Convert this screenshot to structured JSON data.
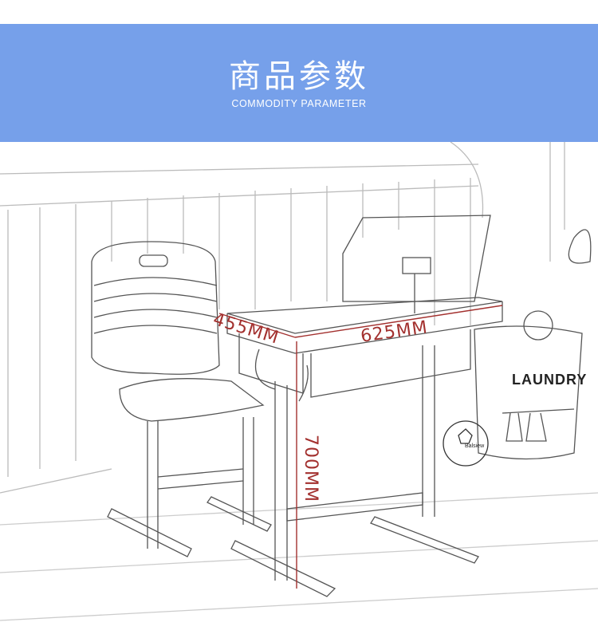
{
  "header": {
    "title": "商品参数",
    "subtitle": "COMMODITY PARAMETER",
    "background": "#76a0ea"
  },
  "product": {
    "dimensions": {
      "depth": "455MM",
      "width": "625MM",
      "height": "700MM"
    },
    "dimension_color": "#a3312f",
    "basket_label": "LAUNDRY",
    "ball_label": "Balsiew"
  }
}
